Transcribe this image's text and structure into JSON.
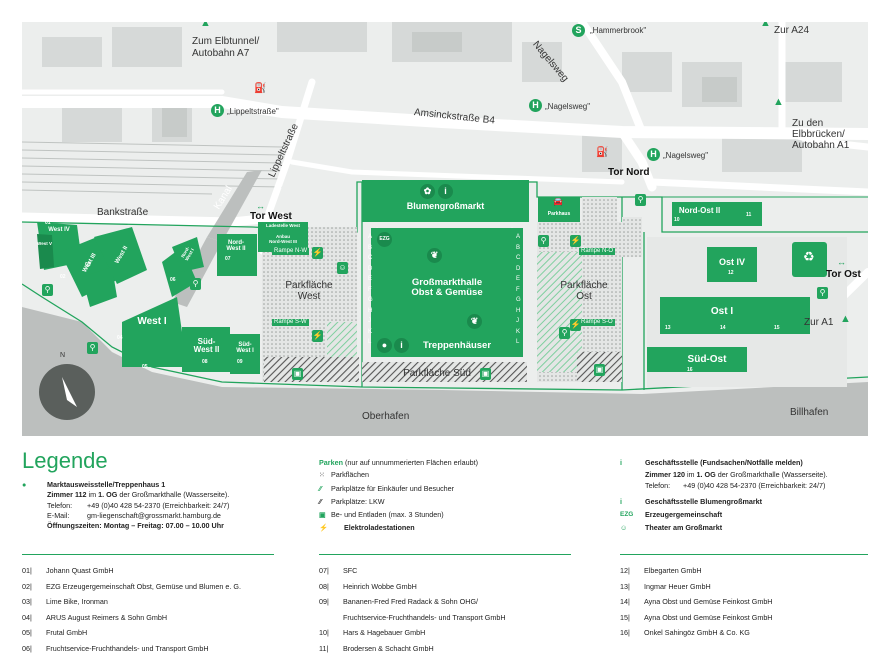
{
  "map": {
    "roads": {
      "elbtunnel": "Zum Elbtunnel/\nAutobahn A7",
      "lippelt_h": "„Lippeltstraße\"",
      "lippeltstrasse": "Lippeltstraße",
      "kanal": "Kanal",
      "bankstrasse": "Bankstraße",
      "hammerbrook": "„Hammerbrook\"",
      "nagelsweg_road": "Nagelsweg",
      "nagelsweg_h1": "„Nagelsweg\"",
      "nagelsweg_h2": "„Nagelsweg\"",
      "amsinck": "Amsinckstraße B4",
      "a24": "Zur A24",
      "elbbruecken": "Zu den\nElbbrücken/\nAutobahn A1",
      "a1": "Zur A1",
      "oberhafen": "Oberhafen",
      "billhafen": "Billhafen",
      "north": "N"
    },
    "symbols": {
      "h": "H",
      "s": "S",
      "i": "i",
      "ezg": "EZG"
    },
    "gates": {
      "tor_nord": "Tor Nord",
      "tor_west": "Tor West",
      "tor_ost": "Tor Ost"
    },
    "buildings": {
      "blumengrossmarkt": "Blumengroßmarkt",
      "parkhaus": "Parkhaus",
      "grossmarkthalle": "Großmarkthalle\nObst & Gemüse",
      "treppenhaeuser": "Treppenhäuser",
      "west_i": "West I",
      "west_ii": "West II",
      "west_iii": "West III",
      "west_iv": "West IV",
      "west_v": "West V",
      "nord_west_ii": "Nord-\nWest II",
      "sued_west_ii": "Süd-\nWest II",
      "sued_west_i": "Süd-\nWest I",
      "nord_west_i": "Nord-\nWest I",
      "nord_ost_ii": "Nord-Ost II",
      "ost_iv": "Ost IV",
      "ost_i": "Ost I",
      "sued_ost": "Süd-Ost",
      "ladestelle_west": "Ladestelle West",
      "anbau_nord_west_iii": "Anbau\nNord-West III"
    },
    "parking": {
      "west": "Parkfläche\nWest",
      "ost": "Parkfläche\nOst",
      "sued": "Parkfläche Süd"
    },
    "ramps": {
      "nw": "Rampe N-W",
      "sw": "Rampe S-W",
      "no": "Rampe N-O",
      "so": "Rampe S-O"
    },
    "hall_letters_left": [
      "A",
      "B",
      "C",
      "D",
      "E",
      "F",
      "G",
      "H",
      "J",
      "K",
      "L"
    ],
    "hall_letters_right": [
      "A",
      "B",
      "C",
      "D",
      "E",
      "F",
      "G",
      "H",
      "J",
      "K",
      "L"
    ],
    "numbers": [
      "01",
      "02",
      "03",
      "04",
      "05",
      "06",
      "07",
      "08",
      "09",
      "10",
      "11",
      "12",
      "13",
      "14",
      "15",
      "16"
    ]
  },
  "legend": {
    "title": "Legende",
    "office": {
      "title": "Marktausweisstelle/Treppenhaus 1",
      "line1_a": "Zimmer 112",
      "line1_b": " im ",
      "line1_c": "1. OG",
      "line1_d": " der Großmarkthalle (Wasserseite).",
      "tel_label": "Telefon:",
      "tel": "+49 (0)40 428 54-2370 (Erreichbarkeit: 24/7)",
      "mail_label": "E-Mail:",
      "mail": "gm-liegenschaft@grossmarkt.hamburg.de",
      "hours": "Öffnungszeiten: Montag – Freitag: 07.00 – 10.00 Uhr"
    },
    "parking": {
      "title_a": "Parken",
      "title_b": " (nur auf unnummerierten Flächen erlaubt)",
      "items": [
        "Parkflächen",
        "Parkplätze für Einkäufer und Besucher",
        "Parkplätze: LKW",
        "Be- und Entladen (max. 3 Stunden)"
      ],
      "ev": "Elektroladestationen"
    },
    "info": {
      "title": "Geschäftsstelle (Fundsachen/Notfälle melden)",
      "line1_a": "Zimmer 120",
      "line1_b": " im ",
      "line1_c": "1. OG",
      "line1_d": " der Großmarkthalle (Wasserseite).",
      "tel_label": "Telefon:",
      "tel": "+49 (0)40 428 54-2370 (Erreichbarkeit: 24/7)",
      "blumen": "Geschäftsstelle Blumengroßmarkt",
      "ezg_icon": "EZG",
      "ezg": "Erzeugergemeinschaft",
      "theater": "Theater am Großmarkt"
    },
    "tenants_col1": [
      {
        "n": "01",
        "name": "Johann Quast GmbH"
      },
      {
        "n": "02",
        "name": "EZG Erzeugergemeinschaft Obst, Gemüse und Blumen e. G."
      },
      {
        "n": "03",
        "name": "Lime Bike, Ironman"
      },
      {
        "n": "04",
        "name": "ARUS August Reimers & Sohn GmbH"
      },
      {
        "n": "05",
        "name": "Frutal GmbH"
      },
      {
        "n": "06",
        "name": "Fruchtservice-Fruchthandels- und Transport GmbH"
      }
    ],
    "tenants_col2": [
      {
        "n": "07",
        "name": "SFC"
      },
      {
        "n": "08",
        "name": "Heinrich Wobbe GmbH"
      },
      {
        "n": "09",
        "name": "Bananen-Fred Fred Radack & Sohn OHG/"
      },
      {
        "n": "",
        "name": "Fruchtservice-Fruchthandels- und Transport GmbH"
      },
      {
        "n": "10",
        "name": "Hars & Hagebauer GmbH"
      },
      {
        "n": "11",
        "name": "Brodersen & Schacht GmbH"
      }
    ],
    "tenants_col3": [
      {
        "n": "12",
        "name": "Elbegarten GmbH"
      },
      {
        "n": "13",
        "name": "Ingmar Heuer GmbH"
      },
      {
        "n": "14",
        "name": "Ayna Obst und Gemüse Feinkost GmbH"
      },
      {
        "n": "15",
        "name": "Ayna Obst und Gemüse Feinkost GmbH"
      },
      {
        "n": "16",
        "name": "Onkel Sahingöz GmbH & Co. KG"
      }
    ]
  },
  "colors": {
    "green": "#22a45d",
    "water": "#bcbfbe",
    "map_bg": "#eceeed"
  }
}
